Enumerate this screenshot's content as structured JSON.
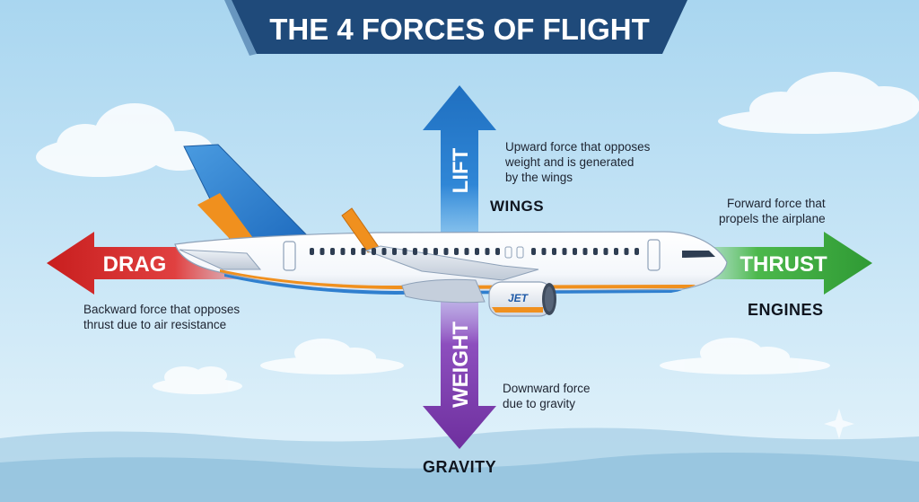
{
  "title": "THE 4 FORCES OF FLIGHT",
  "forces": {
    "lift": {
      "label": "LIFT",
      "source": "WINGS",
      "description": [
        "Upward force that opposes",
        "weight and is generated",
        "by the wings"
      ]
    },
    "weight": {
      "label": "WEIGHT",
      "source": "GRAVITY",
      "description": [
        "Downward force",
        "due to gravity"
      ]
    },
    "thrust": {
      "label": "THRUST",
      "source": "ENGINES",
      "description": [
        "Forward force that",
        "propels the airplane"
      ]
    },
    "drag": {
      "label": "DRAG",
      "description": [
        "Backward force that opposes",
        "thrust due to air resistance"
      ]
    }
  },
  "engine_logo": "JET",
  "colors": {
    "title_banner": "#1f4a7a",
    "lift_arrow": "#1f6fc0",
    "weight_arrow": "#7b3aa6",
    "thrust_arrow": "#3aa63a",
    "drag_arrow": "#d42a2a",
    "tail_blue": "#2f7fcf",
    "accent_orange": "#f0901e",
    "sky": "#bfe0f3"
  }
}
